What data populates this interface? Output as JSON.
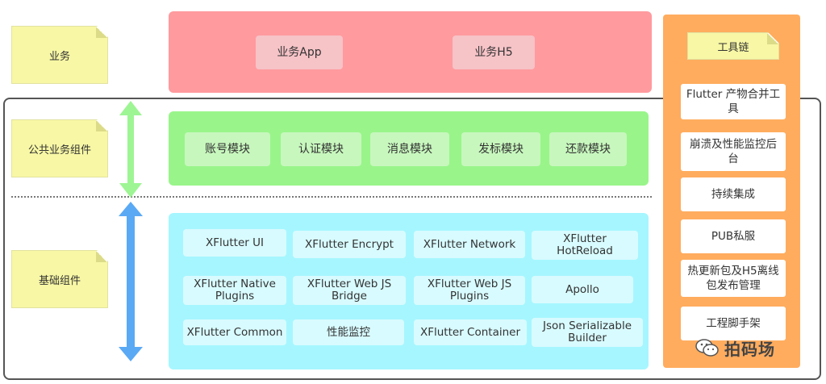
{
  "labels": {
    "business": "业务",
    "common_business_components": "公共业务组件",
    "basic_components": "基础组件",
    "toolchain": "工具链"
  },
  "business_layer": [
    "业务App",
    "业务H5"
  ],
  "common_modules": [
    "账号模块",
    "认证模块",
    "消息模块",
    "发标模块",
    "还款模块"
  ],
  "basic_modules": [
    [
      "XFlutter UI",
      "XFlutter Encrypt",
      "XFlutter Network",
      "XFlutter HotReload"
    ],
    [
      "XFlutter Native Plugins",
      "XFlutter Web JS Bridge",
      "XFlutter Web JS Plugins",
      "Apollo"
    ],
    [
      "XFlutter Common",
      "性能监控",
      "XFlutter Container",
      "Json Serializable Builder"
    ]
  ],
  "toolchain_items": [
    "Flutter 产物合并工具",
    "崩溃及性能监控后台",
    "持续集成",
    "PUB私服",
    "热更新包及H5离线包发布管理",
    "工程脚手架"
  ],
  "watermark": "拍码场",
  "colors": {
    "business_panel": "#ff9a9e",
    "common_panel": "#99f58a",
    "basic_panel": "#a6f6ff",
    "toolchain_panel": "#ffac5e",
    "sticky_note": "#f7f7a5",
    "green_arrow": "#9ef594",
    "blue_arrow": "#5aa9f5"
  }
}
